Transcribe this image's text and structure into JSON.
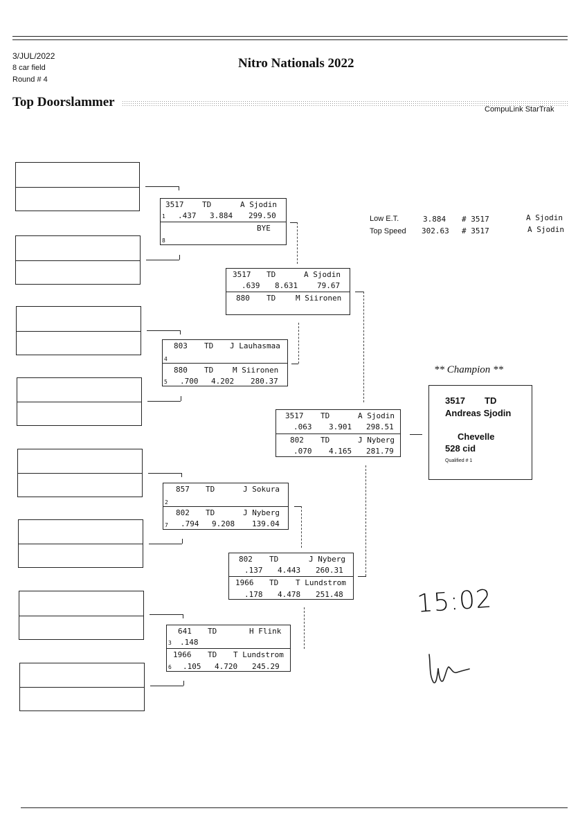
{
  "header": {
    "date": "3/JUL/2022",
    "field": "8 car field",
    "round": "Round # 4",
    "event_title": "Nitro Nationals 2022",
    "class_title": "Top Doorslammer",
    "system": "CompuLink StarTrak"
  },
  "records": {
    "low_et_label": "Low  E.T.",
    "low_et_value": "3.884",
    "low_et_car": "# 3517",
    "low_et_driver": "A Sjodin",
    "top_speed_label": "Top Speed",
    "top_speed_value": "302.63",
    "top_speed_car": "# 3517",
    "top_speed_driver": "A Sjodin"
  },
  "round1": [
    {
      "top": {
        "seed": "1",
        "car": "3517",
        "cls": "TD",
        "driver": "A Sjodin",
        "rt": ".437",
        "et": "3.884",
        "mph": "299.50"
      },
      "bottom": {
        "seed": "8",
        "driver": "BYE"
      }
    },
    {
      "top": {
        "seed": "4",
        "car": "803",
        "cls": "TD",
        "driver": "J Lauhasmaa"
      },
      "bottom": {
        "seed": "5",
        "car": "880",
        "cls": "TD",
        "driver": "M Siironen",
        "rt": ".700",
        "et": "4.202",
        "mph": "280.37"
      }
    },
    {
      "top": {
        "seed": "2",
        "car": "857",
        "cls": "TD",
        "driver": "J Sokura"
      },
      "bottom": {
        "seed": "7",
        "car": "802",
        "cls": "TD",
        "driver": "J Nyberg",
        "rt": ".794",
        "et": "9.208",
        "mph": "139.04"
      }
    },
    {
      "top": {
        "seed": "3",
        "car": "641",
        "cls": "TD",
        "driver": "H Flink",
        "rt": ".148"
      },
      "bottom": {
        "seed": "6",
        "car": "1966",
        "cls": "TD",
        "driver": "T Lundstrom",
        "rt": ".105",
        "et": "4.720",
        "mph": "245.29"
      }
    }
  ],
  "semis": [
    {
      "top": {
        "car": "3517",
        "cls": "TD",
        "driver": "A Sjodin",
        "rt": ".639",
        "et": "8.631",
        "mph": "79.67"
      },
      "bottom": {
        "car": "880",
        "cls": "TD",
        "driver": "M Siironen"
      }
    },
    {
      "top": {
        "car": "802",
        "cls": "TD",
        "driver": "J Nyberg",
        "rt": ".137",
        "et": "4.443",
        "mph": "260.31"
      },
      "bottom": {
        "car": "1966",
        "cls": "TD",
        "driver": "T Lundstrom",
        "rt": ".178",
        "et": "4.478",
        "mph": "251.48"
      }
    }
  ],
  "final": {
    "top": {
      "car": "3517",
      "cls": "TD",
      "driver": "A Sjodin",
      "rt": ".063",
      "et": "3.901",
      "mph": "298.51"
    },
    "bottom": {
      "car": "802",
      "cls": "TD",
      "driver": "J Nyberg",
      "rt": ".070",
      "et": "4.165",
      "mph": "281.79"
    }
  },
  "champion": {
    "heading": "** Champion **",
    "car": "3517",
    "cls": "TD",
    "name": "Andreas Sjodin",
    "vehicle": "Chevelle",
    "engine": "528 cid",
    "qualified": "Qualified # 1"
  },
  "handwriting": {
    "time": "15:02"
  }
}
